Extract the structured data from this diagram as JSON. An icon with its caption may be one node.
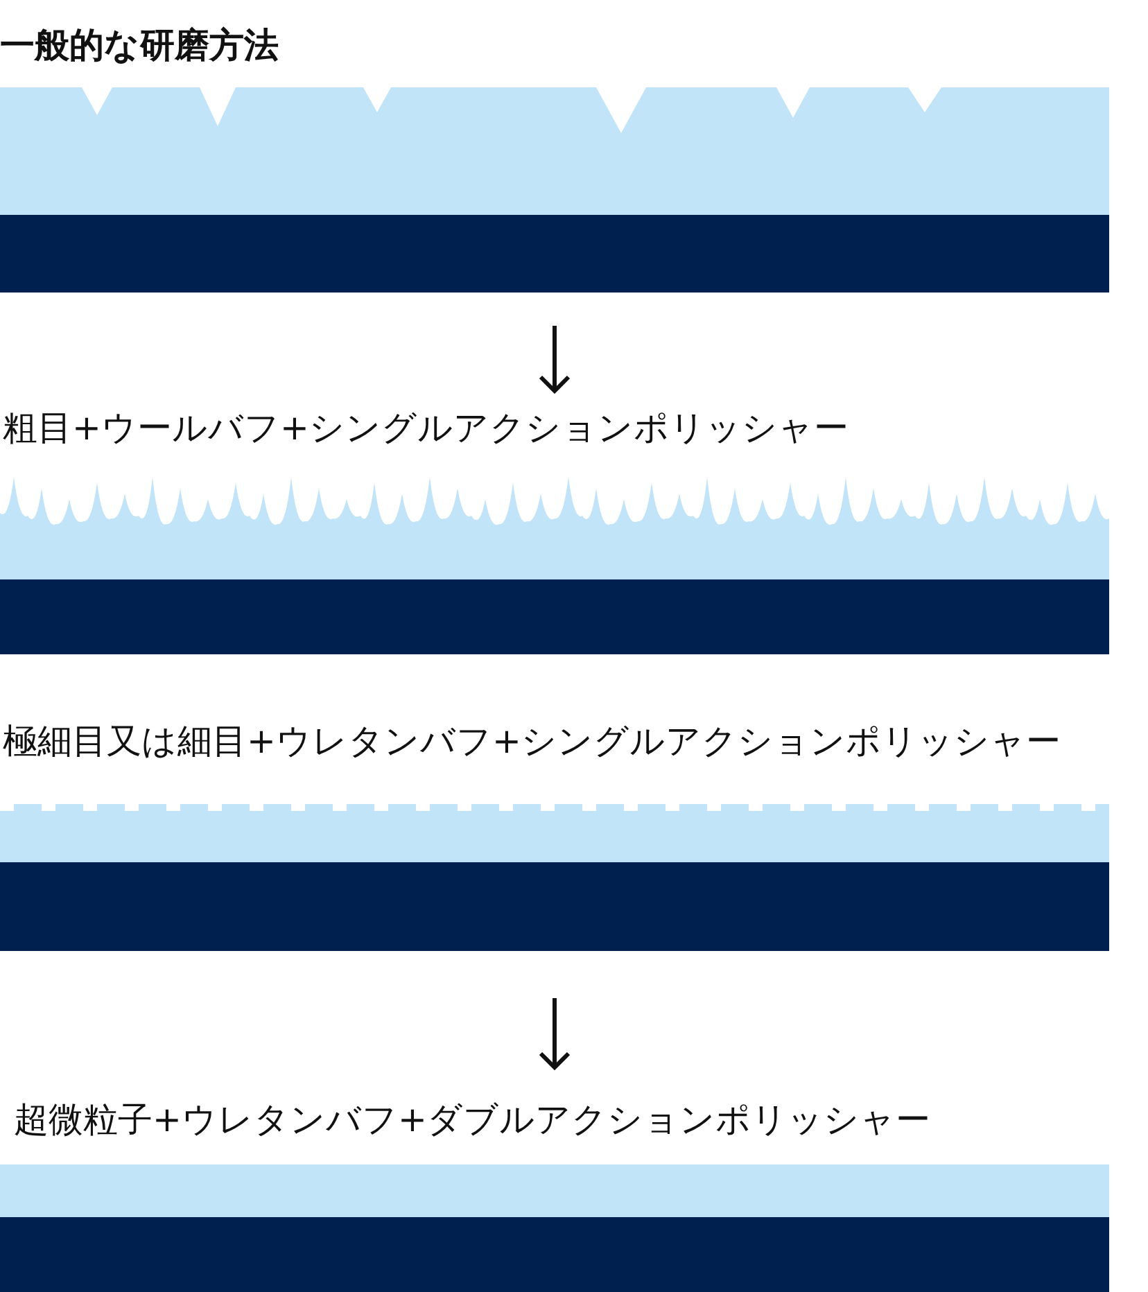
{
  "diagram": {
    "nodes": [
      {
        "text": [
          "一般的な研磨方法"
        ]
      },
      {
        "text": [
          "粗目+ウールバフ+シングルアクションポリッシャー"
        ]
      },
      {
        "text": [
          "極細目又は細目+ウレタンバフ+シングルアクションポリッシャー"
        ]
      },
      {
        "text": [
          "超微粒子+ウレタンバフ+ダブルアクションポリッシャー"
        ]
      }
    ],
    "edges": [
      {
        "from": 0,
        "to": 1,
        "arrow": "to"
      },
      {
        "from": 2,
        "to": 3,
        "arrow": "to"
      }
    ]
  }
}
